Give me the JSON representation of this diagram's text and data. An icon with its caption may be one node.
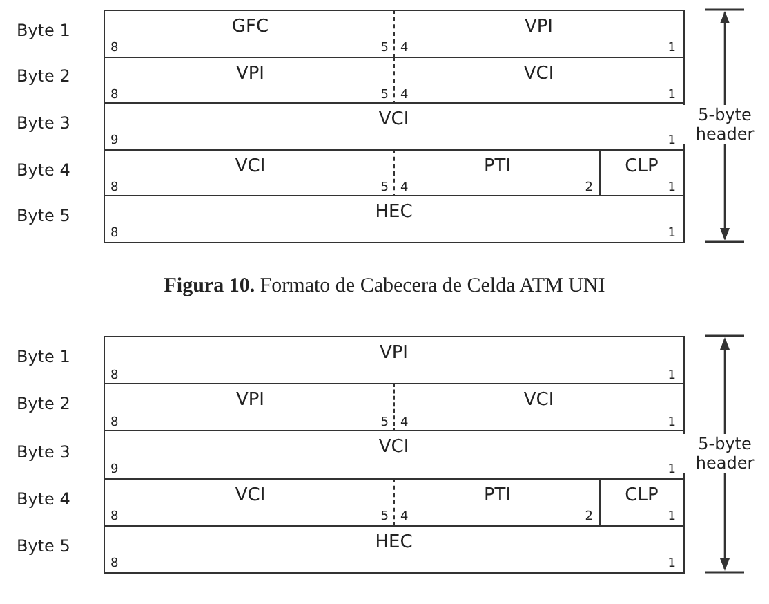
{
  "diagram": {
    "caption": "**Figura 10.** Formato de Cabecera de Celda ATM UNI",
    "nodes": [
      {
        "text": [
          "GFC",
          "8",
          "5"
        ]
      },
      {
        "text": [
          "VPI",
          "4",
          "1"
        ]
      },
      {
        "text": [
          "VPI",
          "8",
          "5"
        ]
      },
      {
        "text": [
          "VCI",
          "4",
          "1"
        ]
      },
      {
        "text": [
          "VCI",
          "9",
          "1"
        ]
      },
      {
        "text": [
          "VCI",
          "8",
          "5"
        ]
      },
      {
        "text": [
          "PTI",
          "4",
          "2"
        ]
      },
      {
        "text": [
          "CLP",
          "1"
        ]
      },
      {
        "text": [
          "HEC",
          "8",
          "1"
        ]
      },
      {
        "text": [
          "VPI",
          "8",
          "1"
        ]
      },
      {
        "text": [
          "VPI",
          "8",
          "5"
        ]
      },
      {
        "text": [
          "VCI",
          "4",
          "1"
        ]
      },
      {
        "text": [
          "VCI",
          "9",
          "1"
        ]
      },
      {
        "text": [
          "VCI",
          "8",
          "5"
        ]
      },
      {
        "text": [
          "PTI",
          "4",
          "2"
        ]
      },
      {
        "text": [
          "CLP",
          "1"
        ]
      },
      {
        "text": [
          "HEC",
          "8",
          "1"
        ]
      }
    ],
    "labels": [
      "Byte 1",
      "Byte 2",
      "Byte 3",
      "Byte 4",
      "Byte 5",
      "5-byte header",
      "Byte 1",
      "Byte 2",
      "Byte 3",
      "Byte 4",
      "Byte 5",
      "5-byte header"
    ]
  }
}
